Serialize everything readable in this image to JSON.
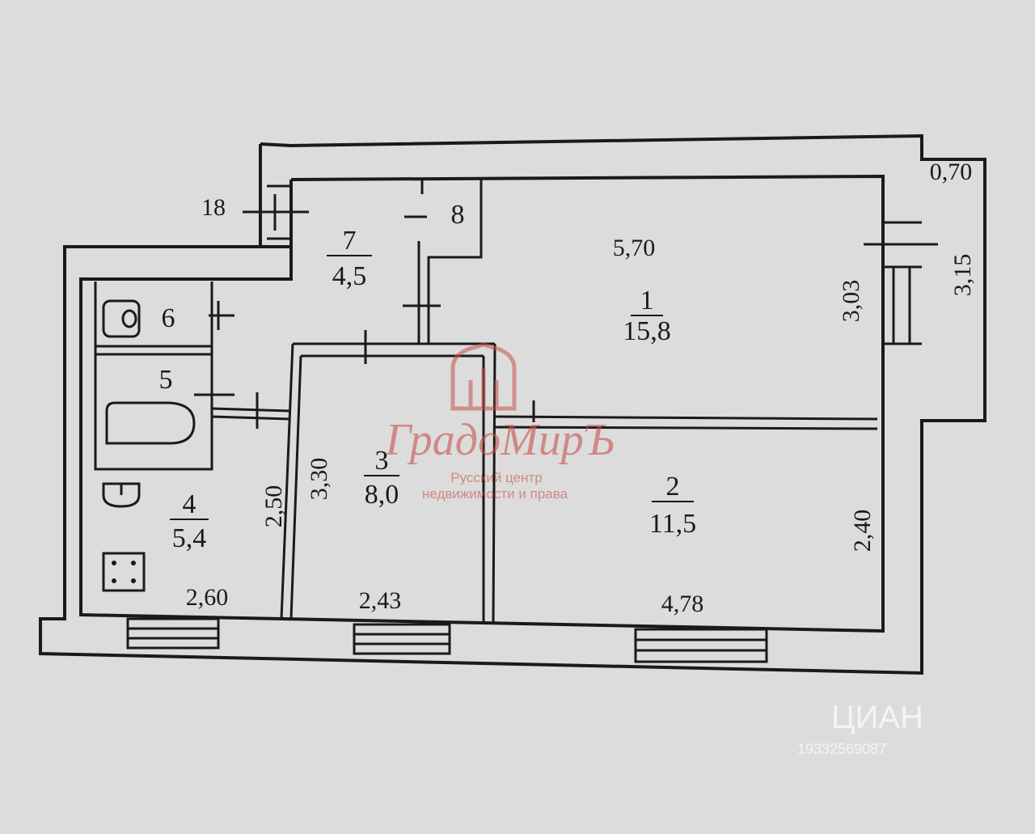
{
  "rooms": [
    {
      "id": "room-1",
      "number": "1",
      "area": "15,8"
    },
    {
      "id": "room-2",
      "number": "2",
      "area": "11,5"
    },
    {
      "id": "room-3",
      "number": "3",
      "area": "8,0"
    },
    {
      "id": "room-4",
      "number": "4",
      "area": "5,4"
    },
    {
      "id": "room-5",
      "number": "5"
    },
    {
      "id": "room-6",
      "number": "6"
    },
    {
      "id": "room-7",
      "number": "7",
      "area": "4,5"
    },
    {
      "id": "room-8",
      "number": "8"
    }
  ],
  "dimensions": {
    "d_570": "5,70",
    "d_303": "3,03",
    "d_070": "0,70",
    "d_315": "3,15",
    "d_330": "3,30",
    "d_250": "2,50",
    "d_240": "2,40",
    "d_260": "2,60",
    "d_243": "2,43",
    "d_478": "4,78",
    "d_18": "18"
  },
  "logo": {
    "name": "ГрадоМирЪ",
    "tagline_1": "Русский центр",
    "tagline_2": "недвижимости и права"
  },
  "watermark": {
    "brand": "ЦИАН",
    "code": "19332569087"
  },
  "colors": {
    "paper": "#dcdcdc",
    "ink": "#1a1a1a",
    "logo": "#c8524a"
  }
}
